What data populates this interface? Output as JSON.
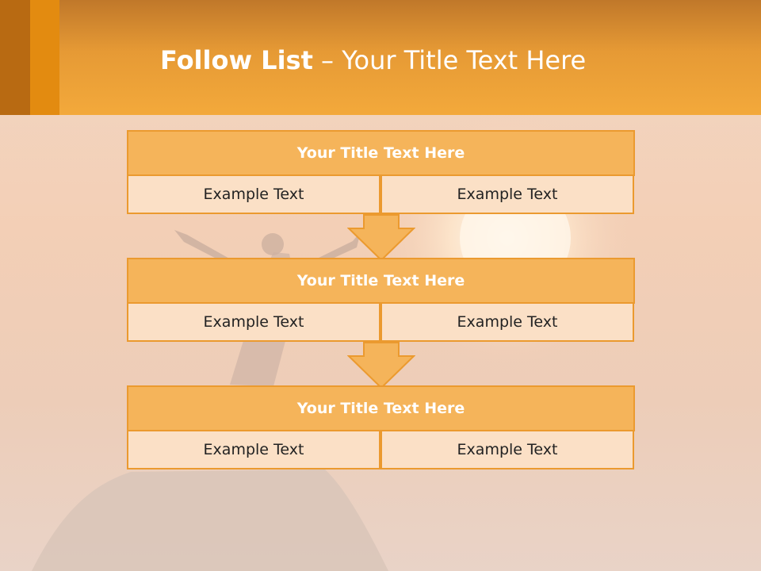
{
  "slide": {
    "title_bold": "Follow List",
    "title_rest": " – Your Title Text Here"
  },
  "blocks": [
    {
      "title": "Your Title Text Here",
      "left_text": "Example Text",
      "right_text": "Example Text"
    },
    {
      "title": "Your Title Text Here",
      "left_text": "Example Text",
      "right_text": "Example Text"
    },
    {
      "title": "Your Title Text Here",
      "left_text": "Example Text",
      "right_text": "Example Text"
    }
  ],
  "colors": {
    "header_orange": "#f3a93b",
    "block_title_fill": "#f5b45a",
    "cell_fill": "#fbe0c6",
    "border": "#eb9a2f"
  }
}
